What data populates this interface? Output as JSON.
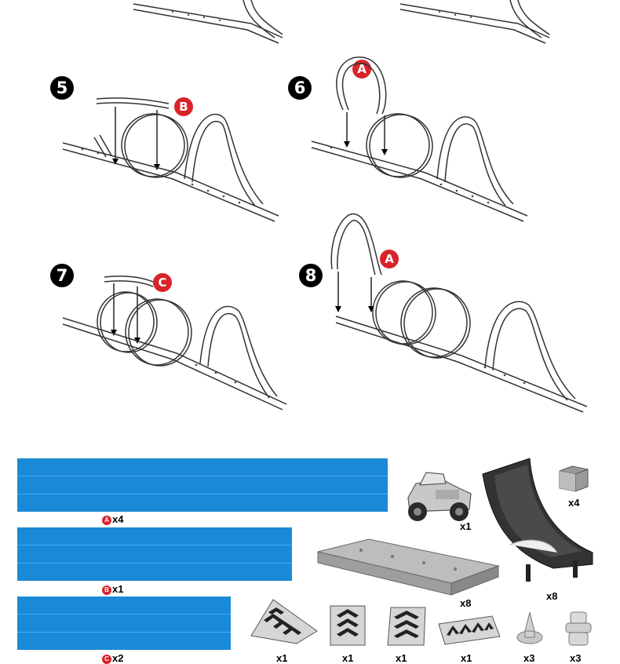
{
  "steps": [
    {
      "number": "5",
      "letter": "B"
    },
    {
      "number": "6",
      "letter": "A"
    },
    {
      "number": "7",
      "letter": "C"
    },
    {
      "number": "8",
      "letter": "A"
    }
  ],
  "parts": {
    "track_a": {
      "letter": "A",
      "qty": "x4"
    },
    "track_b": {
      "letter": "B",
      "qty": "x1"
    },
    "track_c": {
      "letter": "C",
      "qty": "x2"
    },
    "car": {
      "qty": "x1"
    },
    "block": {
      "qty": "x4"
    },
    "base": {
      "qty": "x8"
    },
    "ramp": {
      "qty": "x8"
    },
    "wedge1": {
      "qty": "x1"
    },
    "wedge2": {
      "qty": "x1"
    },
    "wedge3": {
      "qty": "x1"
    },
    "wedge4": {
      "qty": "x1"
    },
    "cone": {
      "qty": "x3"
    },
    "connector": {
      "qty": "x3"
    }
  },
  "colors": {
    "track_blue": "#1a8ad6",
    "badge_red": "#d8232a"
  }
}
